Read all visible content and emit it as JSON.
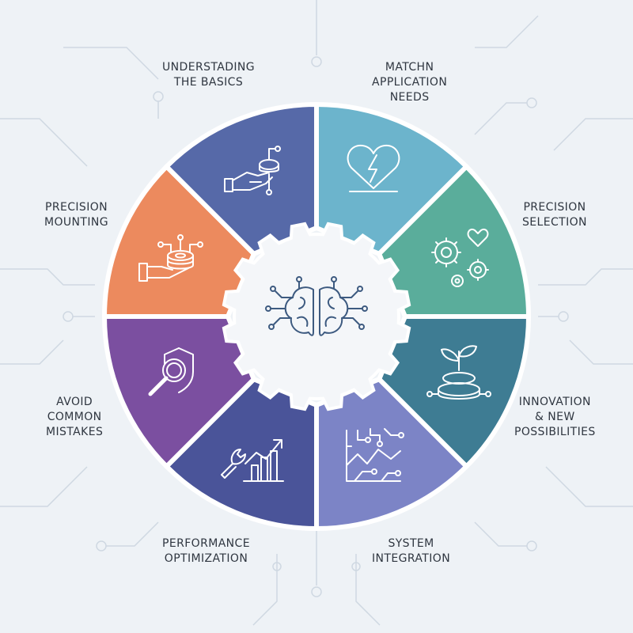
{
  "colors": {
    "background": "#eef2f6",
    "circuit_lines": "#cfd8e2",
    "hub": "#f4f6f9",
    "icon_stroke": "#ffffff",
    "hub_icon_stroke": "#3d5a80"
  },
  "center": {
    "icon": "brain-circuit-icon"
  },
  "segments": [
    {
      "id": "understanding",
      "label_lines": [
        "UNDERSTADING",
        "THE BASICS"
      ],
      "color": "#6cb4cc",
      "icon": "hand-holding-bearing-icon"
    },
    {
      "id": "matchn",
      "label_lines": [
        "MATCHN",
        "APPLICATION",
        "NEEDS"
      ],
      "color": "#5aad9b",
      "icon": "heart-lightning-icon"
    },
    {
      "id": "precision-selection",
      "label_lines": [
        "PRECISION",
        "SELECTION"
      ],
      "color": "#3e7c93",
      "icon": "gears-heart-icon"
    },
    {
      "id": "innovation",
      "label_lines": [
        "INNOVATION",
        "& NEW",
        "POSSIBILITIES"
      ],
      "color": "#7c84c6",
      "icon": "sprout-platform-icon"
    },
    {
      "id": "system-integration",
      "label_lines": [
        "SYSTEM",
        "INTEGRATION"
      ],
      "color": "#4a5499",
      "icon": "circuit-chart-icon"
    },
    {
      "id": "performance",
      "label_lines": [
        "PERFORMANCE",
        "OPTIMIZATION"
      ],
      "color": "#7b4fa0",
      "icon": "wrench-growth-chart-icon"
    },
    {
      "id": "avoid-mistakes",
      "label_lines": [
        "AVOID",
        "COMMON",
        "MISTAKES"
      ],
      "color": "#ec8a5e",
      "icon": "shield-magnifier-icon"
    },
    {
      "id": "precision-mounting",
      "label_lines": [
        "PRECISION",
        "MOUNTING"
      ],
      "color": "#5669a8",
      "icon": "hand-bearing-stack-icon"
    }
  ]
}
